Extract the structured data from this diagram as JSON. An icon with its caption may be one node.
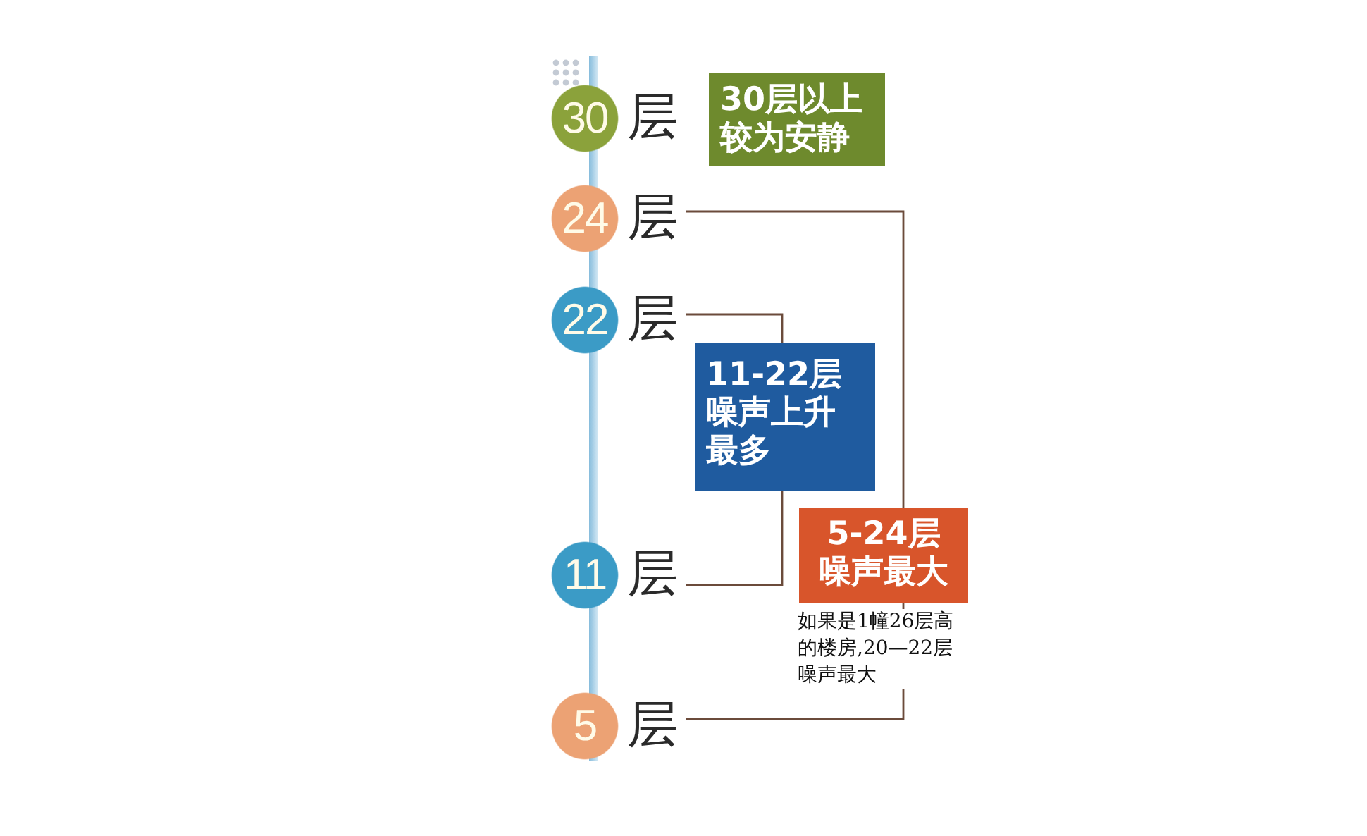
{
  "diagram": {
    "nodes": [
      {
        "text": [
          "30",
          "层"
        ]
      },
      {
        "text": [
          "24",
          "层"
        ]
      },
      {
        "text": [
          "22",
          "层"
        ]
      },
      {
        "text": [
          "11",
          "层"
        ]
      },
      {
        "text": [
          "5",
          "层"
        ]
      },
      {
        "text": [
          "30层以上",
          "较为安静"
        ]
      },
      {
        "text": [
          "11-22层",
          "噪声上升最多"
        ]
      },
      {
        "text": [
          "5-24层",
          "噪声最大"
        ],
        "beside": [
          "如果是1幢26层高的楼房,20—22层噪声最大"
        ]
      }
    ],
    "edges": [
      {
        "from": 1,
        "to": 7,
        "arrow": "none"
      },
      {
        "from": 2,
        "to": 6,
        "arrow": "none"
      },
      {
        "from": 3,
        "to": 6,
        "arrow": "none"
      },
      {
        "from": 4,
        "to": 7,
        "arrow": "none"
      }
    ]
  }
}
